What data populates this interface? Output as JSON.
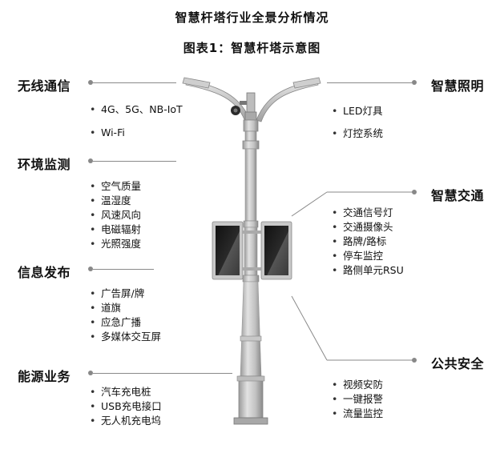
{
  "title": "智慧杆塔行业全景分析情况",
  "subtitle": "图表1：智慧杆塔示意图",
  "left_categories": [
    {
      "label": "无线通信",
      "items": [
        "4G、5G、NB-IoT",
        "Wi-Fi"
      ]
    },
    {
      "label": "环境监测",
      "items": [
        "空气质量",
        "温湿度",
        "风速风向",
        "电磁辐射",
        "光照强度"
      ]
    },
    {
      "label": "信息发布",
      "items": [
        "广告屏/牌",
        "道旗",
        "应急广播",
        "多媒体交互屏"
      ]
    },
    {
      "label": "能源业务",
      "items": [
        "汽车充电桩",
        "USB充电接口",
        "无人机充电坞"
      ]
    }
  ],
  "right_categories": [
    {
      "label": "智慧照明",
      "items": [
        "LED灯具",
        "灯控系统"
      ]
    },
    {
      "label": "智慧交通",
      "items": [
        "交通信号灯",
        "交通摄像头",
        "路牌/路标",
        "停车监控",
        "路侧单元RSU"
      ]
    },
    {
      "label": "公共安全",
      "items": [
        "视频安防",
        "一键报警",
        "流量监控"
      ]
    }
  ],
  "colors": {
    "line": "#8a8a8a",
    "dot": "#888888",
    "pole_light": "#d4d4d4",
    "pole_dark": "#8f8f8f",
    "screen": "#1e1e1e"
  }
}
